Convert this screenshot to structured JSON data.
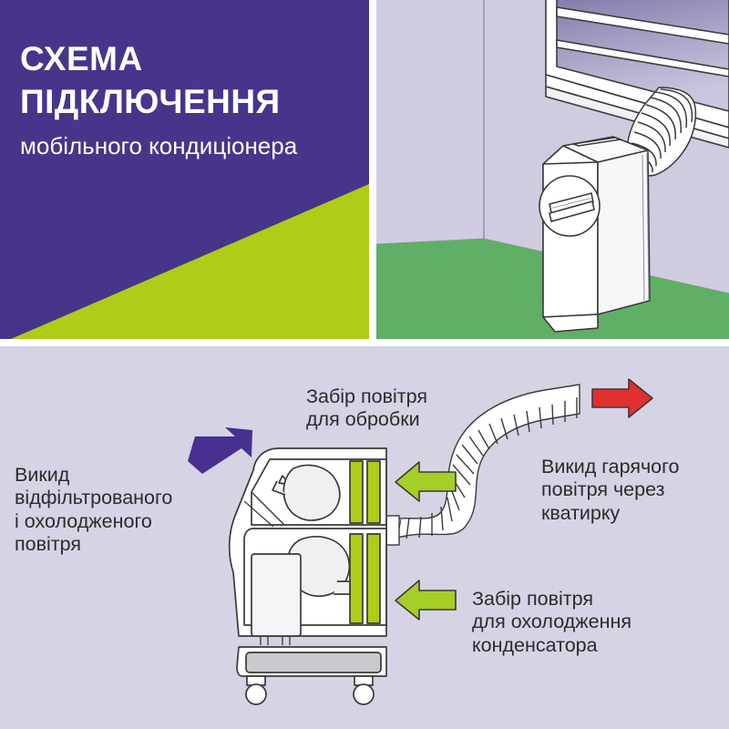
{
  "colors": {
    "brand_purple": "#47358B",
    "brand_green": "#AFCC16",
    "panel_background": "#D6D3E4",
    "floor_green": "#5FAF66",
    "wall_lavender": "#CFCCE0",
    "arrow_red": "#E03030",
    "arrow_green": "#A5CE26",
    "arrow_purple": "#473090",
    "coil_green": "#AFCC16",
    "text_dark": "#2B2B2B",
    "outline": "#333333"
  },
  "header": {
    "title_line1": "СХЕМА",
    "title_line2": "ПІДКЛЮЧЕННЯ",
    "subtitle": "мобільного кондиціонера"
  },
  "room_panel": {
    "caption": "",
    "elements": [
      {
        "name": "window",
        "label": "вікно"
      },
      {
        "name": "exhaust-hose",
        "label": "гофрований шланг"
      },
      {
        "name": "portable-ac-unit",
        "label": "мобільний кондиціонер"
      },
      {
        "name": "floor",
        "label": "підлога"
      },
      {
        "name": "wall-corner",
        "label": "кут стіни"
      }
    ]
  },
  "diagram": {
    "labels": {
      "intake_for_processing": "Забір повітря\nдля обробки",
      "hot_air_exhaust": "Викид гарячого\nповітря через\nкватирку",
      "filtered_cooled_out": "Викид\nвідфільтрованого\nі охолодженого\nповітря",
      "condenser_intake": "Забір повітря\nдля охолодження\nконденсатора"
    },
    "arrows": [
      {
        "name": "arrow-hot-exhaust",
        "color": "#E03030",
        "direction": "right"
      },
      {
        "name": "arrow-intake-top",
        "color": "#A5CE26",
        "direction": "left"
      },
      {
        "name": "arrow-intake-bottom",
        "color": "#A5CE26",
        "direction": "left"
      },
      {
        "name": "arrow-cool-output",
        "color": "#473090",
        "direction": "up-left"
      }
    ],
    "unit_parts": [
      {
        "name": "upper-blower-fan"
      },
      {
        "name": "lower-blower-fan"
      },
      {
        "name": "evaporator-coil"
      },
      {
        "name": "condenser-coil"
      },
      {
        "name": "water-tank"
      },
      {
        "name": "base-tray"
      },
      {
        "name": "caster-wheel-left"
      },
      {
        "name": "caster-wheel-right"
      },
      {
        "name": "flexible-exhaust-duct"
      }
    ]
  }
}
